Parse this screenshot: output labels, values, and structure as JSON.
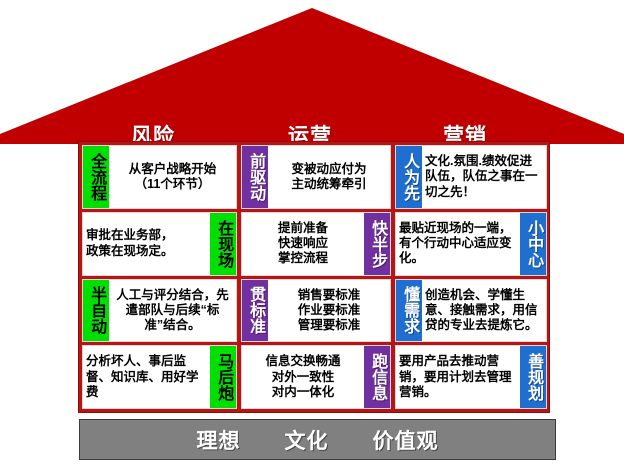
{
  "roof": {
    "color": "#c00000",
    "labels": [
      {
        "id": "risk",
        "text": "风险"
      },
      {
        "id": "operation",
        "text": "运营"
      },
      {
        "id": "marketing",
        "text": "营销"
      }
    ]
  },
  "colors": {
    "roof_red": "#c00000",
    "frame_red": "#b81414",
    "tag_green": "#00e000",
    "tag_purple": "#7030a0",
    "tag_blue": "#1f6fd0",
    "foundation_gray": "#808080"
  },
  "columns": [
    {
      "id": "risk",
      "header": "风险",
      "tag_color": "green",
      "cells": [
        {
          "tag": "全流程",
          "tag_side": "left",
          "text": "从客户战略开始\n（11个环节）"
        },
        {
          "tag": "在现场",
          "tag_side": "right",
          "text": "审批在业务部，\n政策在现场定。"
        },
        {
          "tag": "半自动",
          "tag_side": "left",
          "text": "人工与评分结合，先遣部队与后续“标准”结合。"
        },
        {
          "tag": "马后炮",
          "tag_side": "right",
          "text": "分析坏人、事后监督、知识库、用好学费"
        }
      ]
    },
    {
      "id": "operation",
      "header": "运营",
      "tag_color": "purple",
      "cells": [
        {
          "tag": "前驱动",
          "tag_side": "left",
          "text": "变被动应付为\n主动统筹牵引"
        },
        {
          "tag": "快半步",
          "tag_side": "right",
          "text": "提前准备\n快速响应\n掌控流程"
        },
        {
          "tag": "贯标准",
          "tag_side": "left",
          "text": "销售要标准\n作业要标准\n管理要标准"
        },
        {
          "tag": "跑信息",
          "tag_side": "right",
          "text": "信息交换畅通\n对外一致性\n对内一体化"
        }
      ]
    },
    {
      "id": "marketing",
      "header": "营销",
      "tag_color": "blue",
      "cells": [
        {
          "tag": "人为先",
          "tag_side": "left",
          "text": "文化.氛围.绩效促进队伍，队伍之事在一切之先！"
        },
        {
          "tag": "小中心",
          "tag_side": "right",
          "text": "最贴近现场的一端，有个行动中心适应变化。"
        },
        {
          "tag": "懂需求",
          "tag_side": "left",
          "text": "创造机会、学懂生意、接触需求，用信贷的专业去提炼它。"
        },
        {
          "tag": "善规划",
          "tag_side": "right",
          "text": "要用产品去推动营销，要用计划去管理营销。"
        }
      ]
    }
  ],
  "foundation": {
    "labels": [
      {
        "id": "ideal",
        "text": "理想"
      },
      {
        "id": "culture",
        "text": "文化"
      },
      {
        "id": "values",
        "text": "价值观"
      }
    ]
  }
}
